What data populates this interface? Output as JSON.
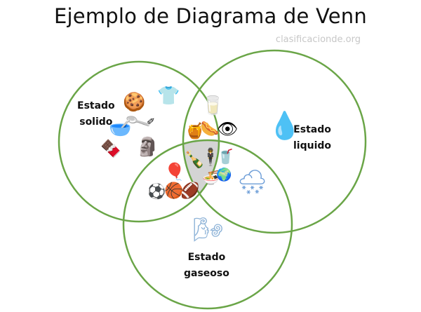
{
  "title": "Ejemplo de Diagrama de Venn",
  "watermark": "clasificacionde.org",
  "circles": [
    {
      "label_line1": "Estado",
      "label_line2": "solido"
    },
    {
      "label_line1": "Estado",
      "label_line2": "liquido"
    },
    {
      "label_line1": "Estado",
      "label_line2": "gaseoso"
    }
  ],
  "colors": {
    "circle_stroke": "#6aa547",
    "center_fill": "#d4d4d4"
  },
  "icons": {
    "cookie": "🍪",
    "shirt": "👕",
    "spoon": "🥄",
    "bowl": "🥣",
    "chocolate": "🍫",
    "moai": "🗿",
    "milk": "🥛",
    "honey": "🍯",
    "hotdog": "🌭",
    "eye": "👁",
    "bottle": "🍾",
    "gentleman": "🕴",
    "cup": "🥤",
    "noodles": "🍜",
    "balloon": "🎈",
    "soccer": "⚽",
    "basketball": "🏀",
    "football": "🏈",
    "globe": "🌍",
    "water_drop": "💧",
    "cloud_rain": "🌨",
    "wind": "🌬"
  }
}
